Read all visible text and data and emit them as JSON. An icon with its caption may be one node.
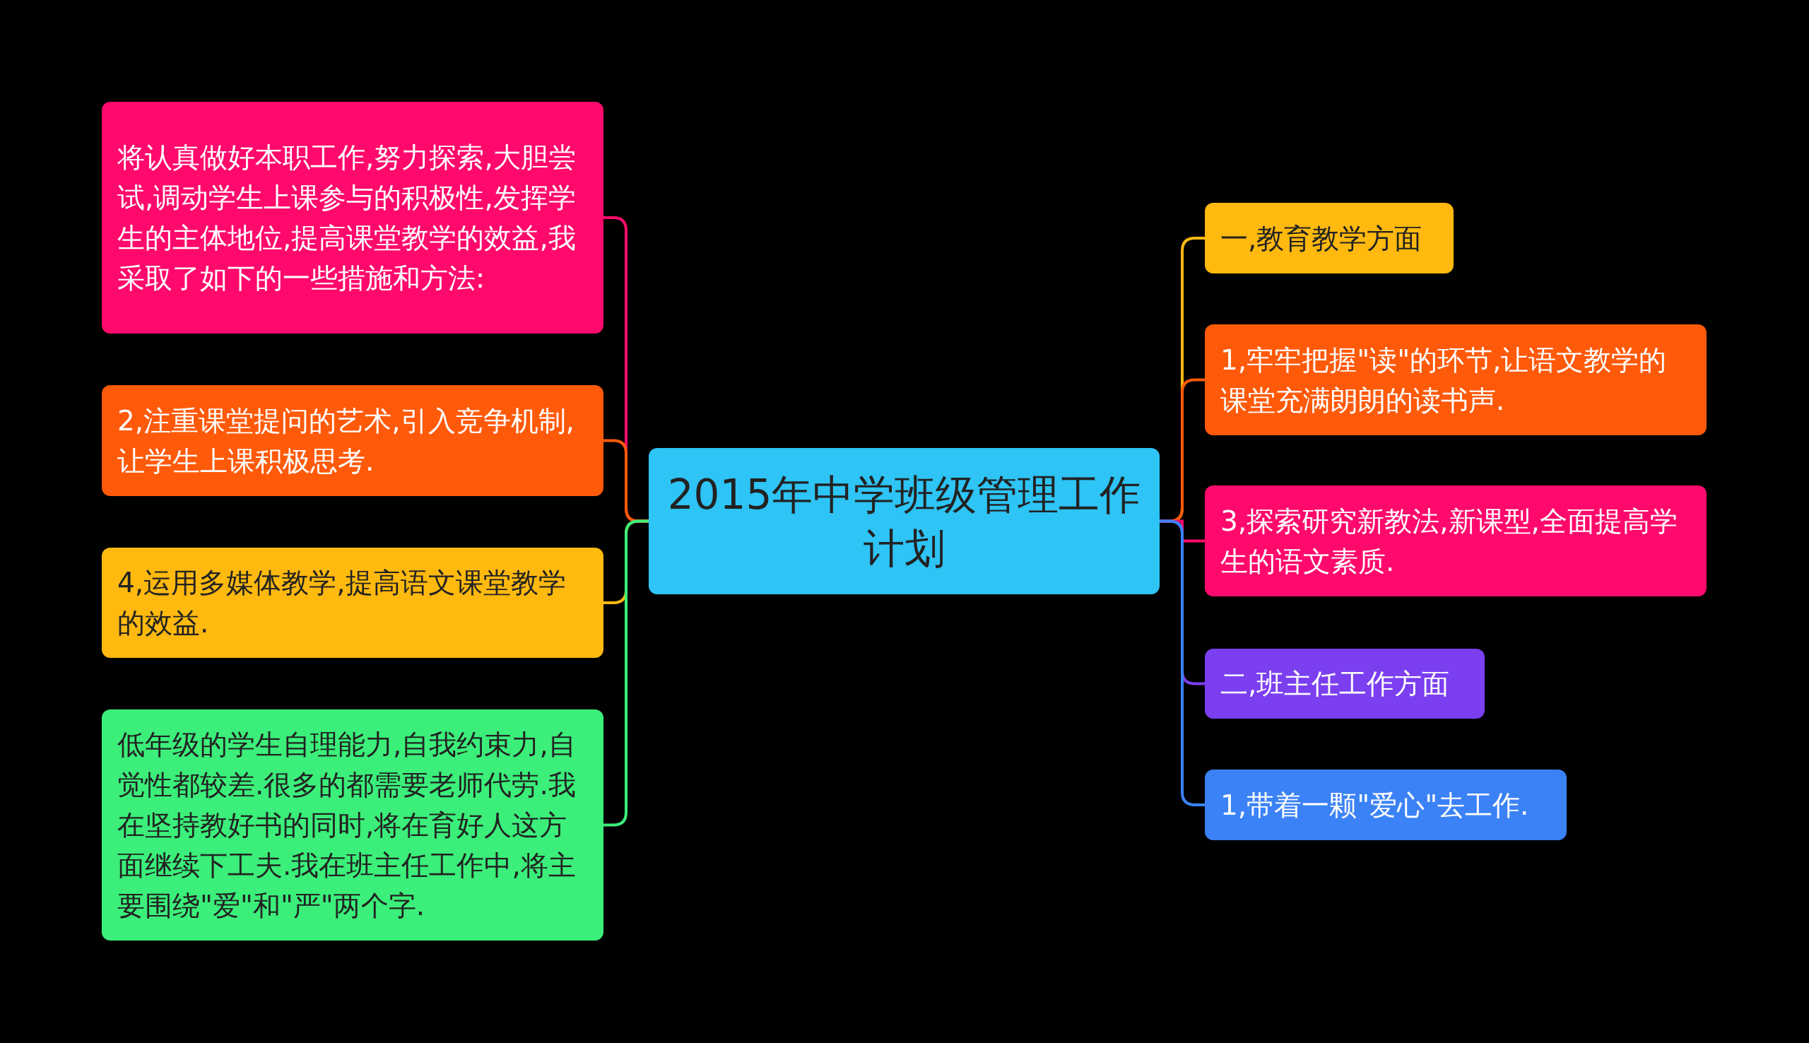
{
  "diagram": {
    "nodes": [
      {
        "text": [
          "2015年中学班级管理工作计划"
        ]
      },
      {
        "text": [
          "将认真做好本职工作,努力探索,大胆尝试,调动学生上课参与的积极性,发挥学生的主体地位,提高课堂教学的效益,我采取了如下的一些措施和方法:"
        ]
      },
      {
        "text": [
          "2,注重课堂提问的艺术,引入竞争机制,让学生上课积极思考."
        ]
      },
      {
        "text": [
          "4,运用多媒体教学,提高语文课堂教学的效益."
        ]
      },
      {
        "text": [
          "低年级的学生自理能力,自我约束力,自觉性都较差.很多的都需要老师代劳.我在坚持教好书的同时,将在育好人这方面继续下工夫.我在班主任工作中,将主要围绕\"爱\"和\"严\"两个字."
        ]
      },
      {
        "text": [
          "一,教育教学方面"
        ]
      },
      {
        "text": [
          "1,牢牢把握\"读\"的环节,让语文教学的课堂充满朗朗的读书声."
        ]
      },
      {
        "text": [
          "3,探索研究新教法,新课型,全面提高学生的语文素质."
        ]
      },
      {
        "text": [
          "二,班主任工作方面"
        ]
      },
      {
        "text": [
          "1,带着一颗\"爱心\"去工作."
        ]
      }
    ],
    "edges": [
      {
        "from": 0,
        "to": 1,
        "arrow": "none",
        "color": "#ff0a6c"
      },
      {
        "from": 0,
        "to": 2,
        "arrow": "none",
        "color": "#ff5a0a"
      },
      {
        "from": 0,
        "to": 3,
        "arrow": "none",
        "color": "#ffb90f"
      },
      {
        "from": 0,
        "to": 4,
        "arrow": "none",
        "color": "#3bef7a"
      },
      {
        "from": 0,
        "to": 5,
        "arrow": "none",
        "color": "#ffb90f"
      },
      {
        "from": 0,
        "to": 6,
        "arrow": "none",
        "color": "#ff5a0a"
      },
      {
        "from": 0,
        "to": 7,
        "arrow": "none",
        "color": "#ff0a6c"
      },
      {
        "from": 0,
        "to": 8,
        "arrow": "none",
        "color": "#7b3ff0"
      },
      {
        "from": 0,
        "to": 9,
        "arrow": "none",
        "color": "#3b82f6"
      }
    ]
  }
}
